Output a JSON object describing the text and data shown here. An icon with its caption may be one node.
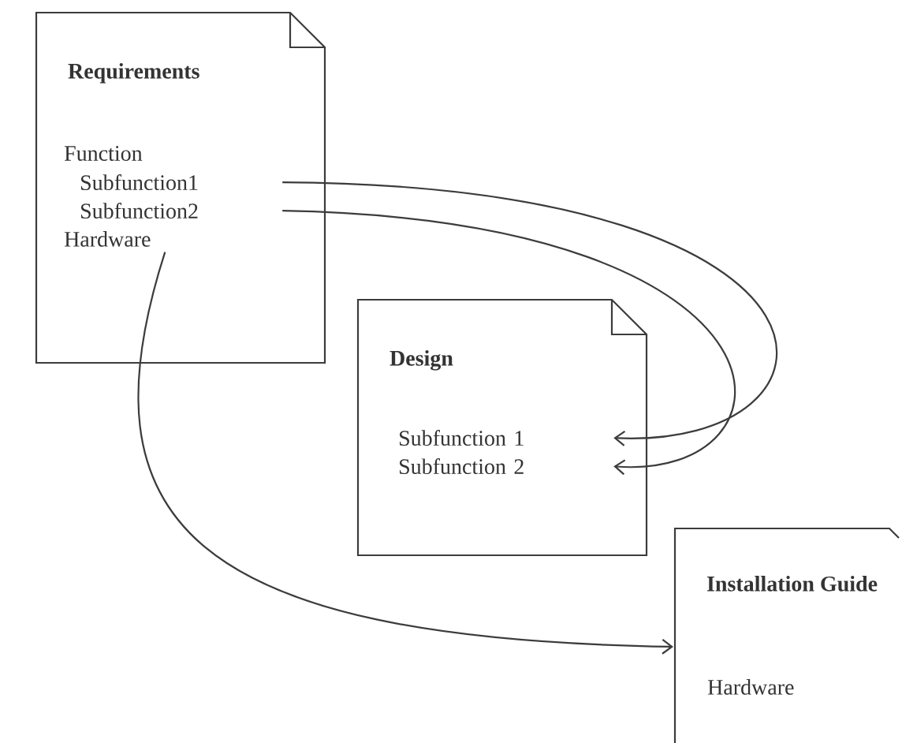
{
  "diagram": {
    "nodes": [
      {
        "text": [
          "Requirements"
        ]
      },
      {
        "text": [
          "Function"
        ],
        "in": 0
      },
      {
        "text": [
          "Subfunction1"
        ],
        "in": 0
      },
      {
        "text": [
          "Subfunction2"
        ],
        "in": 0
      },
      {
        "text": [
          "Hardware"
        ],
        "in": 0
      },
      {
        "text": [
          "Design"
        ]
      },
      {
        "text": [
          "Subfunction 1"
        ],
        "in": 5
      },
      {
        "text": [
          "Subfunction 2"
        ],
        "in": 5
      },
      {
        "text": [
          "Installation Guide"
        ]
      },
      {
        "text": [
          "Hardware"
        ],
        "in": 8
      }
    ],
    "edges": [
      {
        "from": 2,
        "to": 6,
        "arrow": "to"
      },
      {
        "from": 3,
        "to": 7,
        "arrow": "to"
      },
      {
        "from": 4,
        "to": 8,
        "arrow": "to"
      }
    ]
  }
}
